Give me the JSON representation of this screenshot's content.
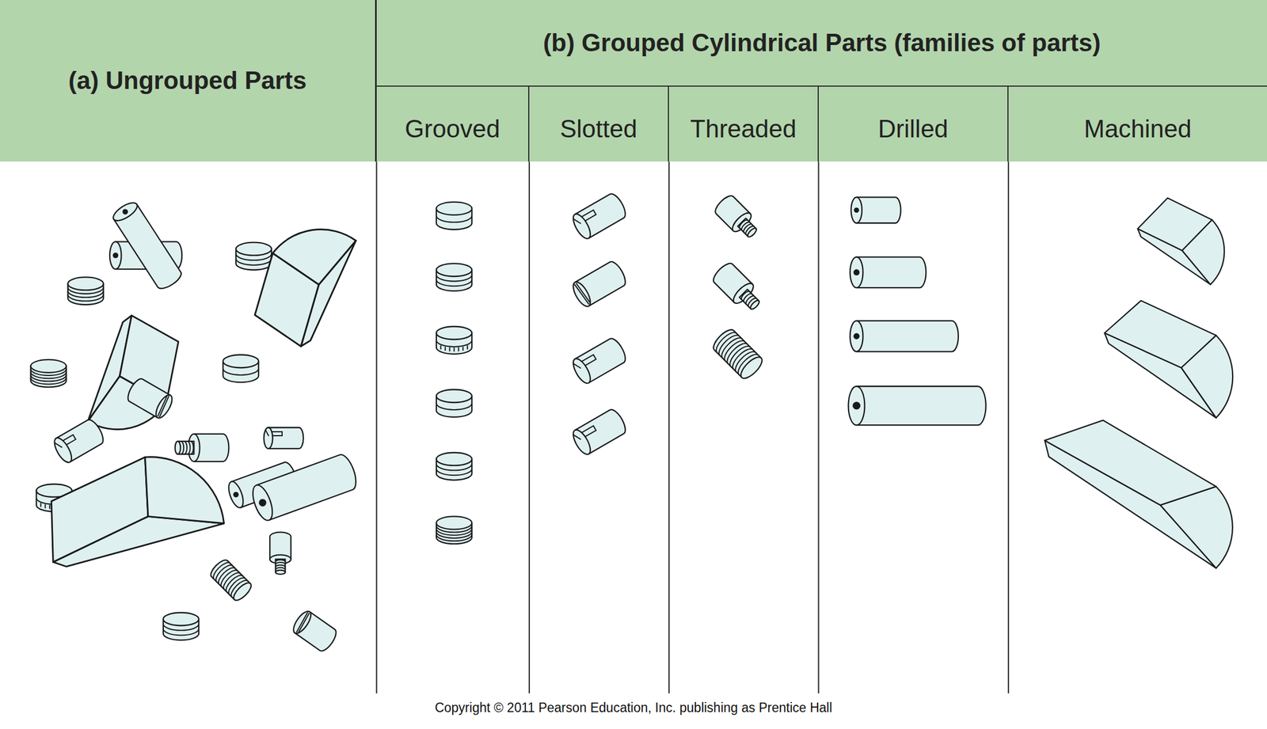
{
  "diagram": {
    "caption": "Copyright © 2011 Pearson Education, Inc. publishing as Prentice Hall",
    "nodes": [
      {
        "text": [
          "(a) Ungrouped Parts"
        ]
      },
      {
        "text": [
          "(b) Grouped Cylindrical Parts (families of parts)"
        ]
      },
      {
        "text": [
          "Grooved"
        ]
      },
      {
        "text": [
          "Slotted"
        ]
      },
      {
        "text": [
          "Threaded"
        ]
      },
      {
        "text": [
          "Drilled"
        ]
      },
      {
        "text": [
          "Machined"
        ]
      }
    ]
  }
}
